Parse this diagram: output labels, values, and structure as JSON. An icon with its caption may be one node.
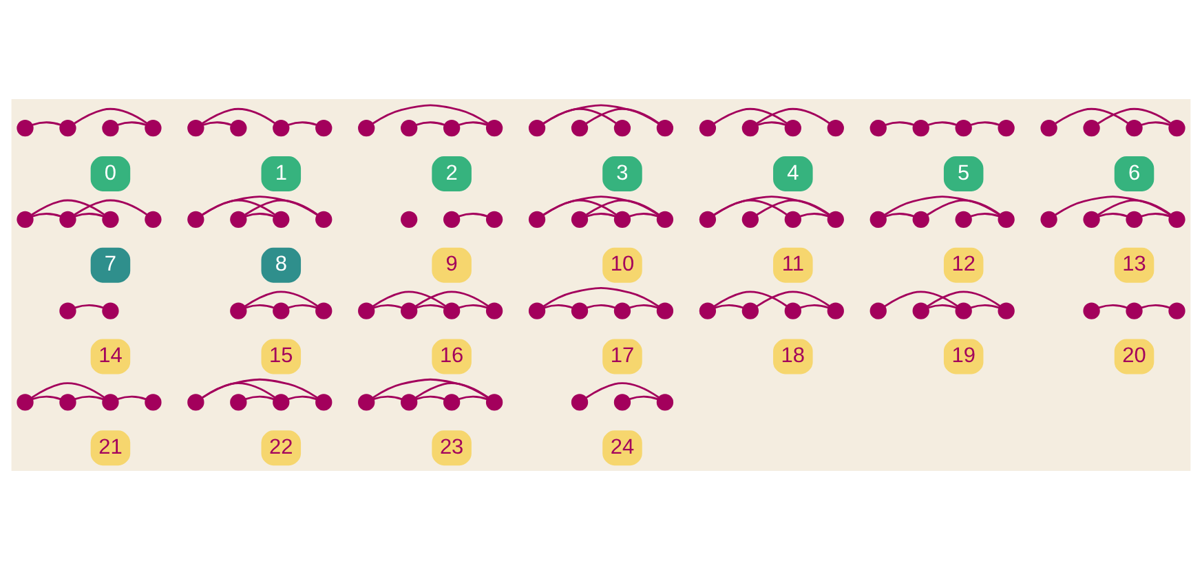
{
  "diagram": {
    "nodes": [
      {
        "text": [],
        "shape": "circle"
      },
      {
        "text": [],
        "shape": "circle"
      },
      {
        "text": [],
        "shape": "circle"
      },
      {
        "text": [],
        "shape": "circle"
      },
      {
        "text": [
          "0"
        ]
      },
      {
        "text": [],
        "shape": "circle"
      },
      {
        "text": [],
        "shape": "circle"
      },
      {
        "text": [],
        "shape": "circle"
      },
      {
        "text": [],
        "shape": "circle"
      },
      {
        "text": [
          "1"
        ]
      },
      {
        "text": [],
        "shape": "circle"
      },
      {
        "text": [],
        "shape": "circle"
      },
      {
        "text": [],
        "shape": "circle"
      },
      {
        "text": [],
        "shape": "circle"
      },
      {
        "text": [
          "2"
        ]
      },
      {
        "text": [],
        "shape": "circle"
      },
      {
        "text": [],
        "shape": "circle"
      },
      {
        "text": [],
        "shape": "circle"
      },
      {
        "text": [],
        "shape": "circle"
      },
      {
        "text": [
          "3"
        ]
      },
      {
        "text": [],
        "shape": "circle"
      },
      {
        "text": [],
        "shape": "circle"
      },
      {
        "text": [],
        "shape": "circle"
      },
      {
        "text": [],
        "shape": "circle"
      },
      {
        "text": [
          "4"
        ]
      },
      {
        "text": [],
        "shape": "circle"
      },
      {
        "text": [],
        "shape": "circle"
      },
      {
        "text": [],
        "shape": "circle"
      },
      {
        "text": [],
        "shape": "circle"
      },
      {
        "text": [
          "5"
        ]
      },
      {
        "text": [],
        "shape": "circle"
      },
      {
        "text": [],
        "shape": "circle"
      },
      {
        "text": [],
        "shape": "circle"
      },
      {
        "text": [],
        "shape": "circle"
      },
      {
        "text": [
          "6"
        ]
      },
      {
        "text": [],
        "shape": "circle"
      },
      {
        "text": [],
        "shape": "circle"
      },
      {
        "text": [],
        "shape": "circle"
      },
      {
        "text": [],
        "shape": "circle"
      },
      {
        "text": [
          "7"
        ]
      },
      {
        "text": [],
        "shape": "circle"
      },
      {
        "text": [],
        "shape": "circle"
      },
      {
        "text": [],
        "shape": "circle"
      },
      {
        "text": [],
        "shape": "circle"
      },
      {
        "text": [
          "8"
        ]
      },
      {
        "text": [],
        "shape": "circle"
      },
      {
        "text": [],
        "shape": "circle"
      },
      {
        "text": [],
        "shape": "circle"
      },
      {
        "text": [
          "9"
        ]
      },
      {
        "text": [],
        "shape": "circle"
      },
      {
        "text": [],
        "shape": "circle"
      },
      {
        "text": [],
        "shape": "circle"
      },
      {
        "text": [],
        "shape": "circle"
      },
      {
        "text": [
          "10"
        ]
      },
      {
        "text": [],
        "shape": "circle"
      },
      {
        "text": [],
        "shape": "circle"
      },
      {
        "text": [],
        "shape": "circle"
      },
      {
        "text": [],
        "shape": "circle"
      },
      {
        "text": [
          "11"
        ]
      },
      {
        "text": [],
        "shape": "circle"
      },
      {
        "text": [],
        "shape": "circle"
      },
      {
        "text": [],
        "shape": "circle"
      },
      {
        "text": [],
        "shape": "circle"
      },
      {
        "text": [
          "12"
        ]
      },
      {
        "text": [],
        "shape": "circle"
      },
      {
        "text": [],
        "shape": "circle"
      },
      {
        "text": [],
        "shape": "circle"
      },
      {
        "text": [],
        "shape": "circle"
      },
      {
        "text": [
          "13"
        ]
      },
      {
        "text": [],
        "shape": "circle"
      },
      {
        "text": [],
        "shape": "circle"
      },
      {
        "text": [
          "14"
        ]
      },
      {
        "text": [],
        "shape": "circle"
      },
      {
        "text": [],
        "shape": "circle"
      },
      {
        "text": [],
        "shape": "circle"
      },
      {
        "text": [
          "15"
        ]
      },
      {
        "text": [],
        "shape": "circle"
      },
      {
        "text": [],
        "shape": "circle"
      },
      {
        "text": [],
        "shape": "circle"
      },
      {
        "text": [],
        "shape": "circle"
      },
      {
        "text": [
          "16"
        ]
      },
      {
        "text": [],
        "shape": "circle"
      },
      {
        "text": [],
        "shape": "circle"
      },
      {
        "text": [],
        "shape": "circle"
      },
      {
        "text": [],
        "shape": "circle"
      },
      {
        "text": [
          "17"
        ]
      },
      {
        "text": [],
        "shape": "circle"
      },
      {
        "text": [],
        "shape": "circle"
      },
      {
        "text": [],
        "shape": "circle"
      },
      {
        "text": [],
        "shape": "circle"
      },
      {
        "text": [
          "18"
        ]
      },
      {
        "text": [],
        "shape": "circle"
      },
      {
        "text": [],
        "shape": "circle"
      },
      {
        "text": [],
        "shape": "circle"
      },
      {
        "text": [],
        "shape": "circle"
      },
      {
        "text": [
          "19"
        ]
      },
      {
        "text": [],
        "shape": "circle"
      },
      {
        "text": [],
        "shape": "circle"
      },
      {
        "text": [],
        "shape": "circle"
      },
      {
        "text": [
          "20"
        ]
      },
      {
        "text": [],
        "shape": "circle"
      },
      {
        "text": [],
        "shape": "circle"
      },
      {
        "text": [],
        "shape": "circle"
      },
      {
        "text": [],
        "shape": "circle"
      },
      {
        "text": [
          "21"
        ]
      },
      {
        "text": [],
        "shape": "circle"
      },
      {
        "text": [],
        "shape": "circle"
      },
      {
        "text": [],
        "shape": "circle"
      },
      {
        "text": [],
        "shape": "circle"
      },
      {
        "text": [
          "22"
        ]
      },
      {
        "text": [],
        "shape": "circle"
      },
      {
        "text": [],
        "shape": "circle"
      },
      {
        "text": [],
        "shape": "circle"
      },
      {
        "text": [],
        "shape": "circle"
      },
      {
        "text": [
          "23"
        ]
      },
      {
        "text": [],
        "shape": "circle"
      },
      {
        "text": [],
        "shape": "circle"
      },
      {
        "text": [],
        "shape": "circle"
      },
      {
        "text": [
          "24"
        ]
      }
    ],
    "edges": [
      {
        "from": 0,
        "to": 1,
        "arrow": "none"
      },
      {
        "from": 2,
        "to": 3,
        "arrow": "none"
      },
      {
        "from": 1,
        "to": 3,
        "arrow": "none"
      },
      {
        "from": 5,
        "to": 6,
        "arrow": "none"
      },
      {
        "from": 5,
        "to": 7,
        "arrow": "none"
      },
      {
        "from": 7,
        "to": 8,
        "arrow": "none"
      },
      {
        "from": 11,
        "to": 12,
        "arrow": "none"
      },
      {
        "from": 12,
        "to": 13,
        "arrow": "none"
      },
      {
        "from": 10,
        "to": 13,
        "arrow": "none"
      },
      {
        "from": 15,
        "to": 18,
        "arrow": "none"
      },
      {
        "from": 16,
        "to": 18,
        "arrow": "none"
      },
      {
        "from": 15,
        "to": 17,
        "arrow": "none"
      },
      {
        "from": 20,
        "to": 22,
        "arrow": "none"
      },
      {
        "from": 21,
        "to": 22,
        "arrow": "none"
      },
      {
        "from": 21,
        "to": 23,
        "arrow": "none"
      },
      {
        "from": 25,
        "to": 26,
        "arrow": "none"
      },
      {
        "from": 26,
        "to": 27,
        "arrow": "none"
      },
      {
        "from": 27,
        "to": 28,
        "arrow": "none"
      },
      {
        "from": 30,
        "to": 32,
        "arrow": "none"
      },
      {
        "from": 32,
        "to": 33,
        "arrow": "none"
      },
      {
        "from": 31,
        "to": 33,
        "arrow": "none"
      },
      {
        "from": 35,
        "to": 36,
        "arrow": "none"
      },
      {
        "from": 35,
        "to": 37,
        "arrow": "none"
      },
      {
        "from": 36,
        "to": 37,
        "arrow": "none"
      },
      {
        "from": 36,
        "to": 38,
        "arrow": "none"
      },
      {
        "from": 40,
        "to": 42,
        "arrow": "none"
      },
      {
        "from": 40,
        "to": 43,
        "arrow": "none"
      },
      {
        "from": 41,
        "to": 42,
        "arrow": "none"
      },
      {
        "from": 41,
        "to": 43,
        "arrow": "none"
      },
      {
        "from": 46,
        "to": 47,
        "arrow": "none"
      },
      {
        "from": 49,
        "to": 52,
        "arrow": "none"
      },
      {
        "from": 49,
        "to": 51,
        "arrow": "none"
      },
      {
        "from": 50,
        "to": 51,
        "arrow": "none"
      },
      {
        "from": 51,
        "to": 52,
        "arrow": "none"
      },
      {
        "from": 50,
        "to": 52,
        "arrow": "none"
      },
      {
        "from": 54,
        "to": 57,
        "arrow": "none"
      },
      {
        "from": 54,
        "to": 56,
        "arrow": "none"
      },
      {
        "from": 56,
        "to": 57,
        "arrow": "none"
      },
      {
        "from": 55,
        "to": 57,
        "arrow": "none"
      },
      {
        "from": 59,
        "to": 60,
        "arrow": "none"
      },
      {
        "from": 61,
        "to": 62,
        "arrow": "none"
      },
      {
        "from": 59,
        "to": 62,
        "arrow": "none"
      },
      {
        "from": 60,
        "to": 62,
        "arrow": "none"
      },
      {
        "from": 64,
        "to": 67,
        "arrow": "none"
      },
      {
        "from": 65,
        "to": 66,
        "arrow": "none"
      },
      {
        "from": 66,
        "to": 67,
        "arrow": "none"
      },
      {
        "from": 65,
        "to": 67,
        "arrow": "none"
      },
      {
        "from": 69,
        "to": 70,
        "arrow": "none"
      },
      {
        "from": 72,
        "to": 73,
        "arrow": "none"
      },
      {
        "from": 73,
        "to": 74,
        "arrow": "none"
      },
      {
        "from": 72,
        "to": 74,
        "arrow": "none"
      },
      {
        "from": 76,
        "to": 77,
        "arrow": "none"
      },
      {
        "from": 77,
        "to": 78,
        "arrow": "none"
      },
      {
        "from": 78,
        "to": 79,
        "arrow": "none"
      },
      {
        "from": 76,
        "to": 78,
        "arrow": "none"
      },
      {
        "from": 77,
        "to": 79,
        "arrow": "none"
      },
      {
        "from": 81,
        "to": 82,
        "arrow": "none"
      },
      {
        "from": 82,
        "to": 83,
        "arrow": "none"
      },
      {
        "from": 83,
        "to": 84,
        "arrow": "none"
      },
      {
        "from": 81,
        "to": 84,
        "arrow": "none"
      },
      {
        "from": 86,
        "to": 87,
        "arrow": "none"
      },
      {
        "from": 88,
        "to": 89,
        "arrow": "none"
      },
      {
        "from": 86,
        "to": 88,
        "arrow": "none"
      },
      {
        "from": 87,
        "to": 89,
        "arrow": "none"
      },
      {
        "from": 92,
        "to": 93,
        "arrow": "none"
      },
      {
        "from": 93,
        "to": 94,
        "arrow": "none"
      },
      {
        "from": 91,
        "to": 93,
        "arrow": "none"
      },
      {
        "from": 92,
        "to": 94,
        "arrow": "none"
      },
      {
        "from": 96,
        "to": 97,
        "arrow": "none"
      },
      {
        "from": 97,
        "to": 98,
        "arrow": "none"
      },
      {
        "from": 100,
        "to": 101,
        "arrow": "none"
      },
      {
        "from": 101,
        "to": 102,
        "arrow": "none"
      },
      {
        "from": 102,
        "to": 103,
        "arrow": "none"
      },
      {
        "from": 100,
        "to": 102,
        "arrow": "none"
      },
      {
        "from": 106,
        "to": 107,
        "arrow": "none"
      },
      {
        "from": 107,
        "to": 108,
        "arrow": "none"
      },
      {
        "from": 105,
        "to": 107,
        "arrow": "none"
      },
      {
        "from": 105,
        "to": 108,
        "arrow": "none"
      },
      {
        "from": 110,
        "to": 111,
        "arrow": "none"
      },
      {
        "from": 111,
        "to": 112,
        "arrow": "none"
      },
      {
        "from": 112,
        "to": 113,
        "arrow": "none"
      },
      {
        "from": 110,
        "to": 113,
        "arrow": "none"
      },
      {
        "from": 111,
        "to": 113,
        "arrow": "none"
      },
      {
        "from": 116,
        "to": 117,
        "arrow": "none"
      },
      {
        "from": 115,
        "to": 117,
        "arrow": "none"
      }
    ]
  }
}
